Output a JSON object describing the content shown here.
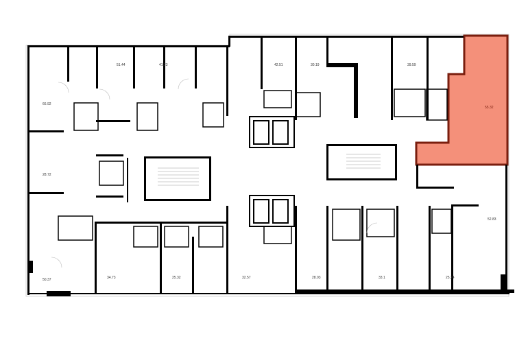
{
  "plan": {
    "highlight_color": "#f4907a",
    "highlight_wall_color": "#7a1e0e",
    "highlighted_unit": "55.32",
    "units": [
      {
        "id": "u1",
        "area": "51.44"
      },
      {
        "id": "u2",
        "area": "41.23"
      },
      {
        "id": "u3",
        "area": "42.51"
      },
      {
        "id": "u4",
        "area": "30.19"
      },
      {
        "id": "u5",
        "area": "39.59"
      },
      {
        "id": "u6",
        "area": "66.92"
      },
      {
        "id": "u7",
        "area": "28.72"
      },
      {
        "id": "u8",
        "area": "55.32"
      },
      {
        "id": "u9",
        "area": "52.83"
      },
      {
        "id": "u10",
        "area": "50.37"
      },
      {
        "id": "u11",
        "area": "34.73"
      },
      {
        "id": "u12",
        "area": "25.32"
      },
      {
        "id": "u13",
        "area": "32.57"
      },
      {
        "id": "u14",
        "area": "28.03"
      },
      {
        "id": "u15",
        "area": "33.1"
      },
      {
        "id": "u16",
        "area": "25.24"
      }
    ]
  }
}
